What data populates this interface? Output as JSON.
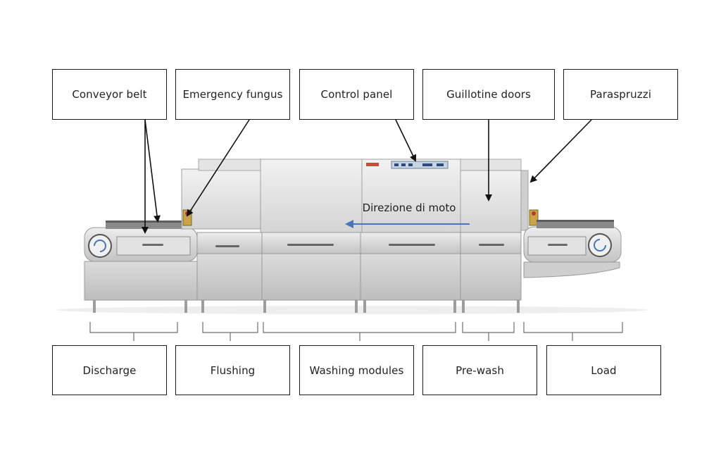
{
  "top_labels": [
    "Conveyor belt",
    "Emergency fungus",
    "Control panel",
    "Guillotine doors",
    "Paraspruzzi"
  ],
  "bottom_labels": [
    "Discharge",
    "Flushing",
    "Washing modules",
    "Pre-wash",
    "Load"
  ],
  "direction_label": "Direzione di moto",
  "colors": {
    "machine_body": "#d9d9d9",
    "machine_shadow": "#b8b8b8",
    "direction_arrow": "#4a74b8",
    "leader_lines": "#111111"
  }
}
